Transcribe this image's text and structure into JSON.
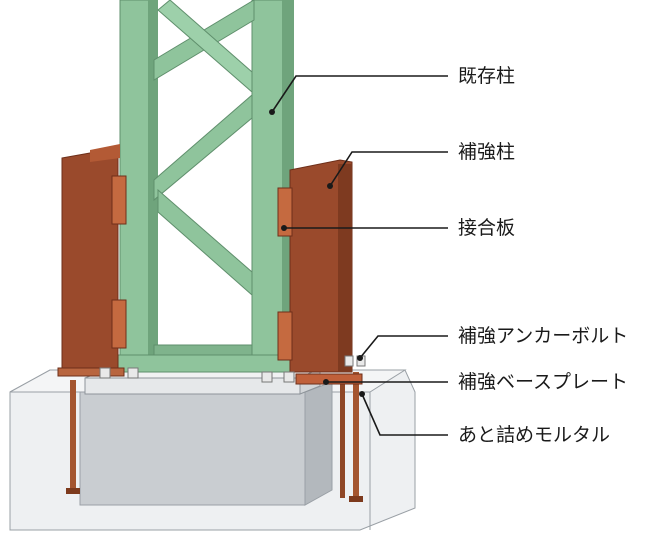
{
  "labels": {
    "existing_column": "既存柱",
    "reinforcing_column": "補強柱",
    "joint_plate": "接合板",
    "reinforcing_anchor_bolt": "補強アンカーボルト",
    "reinforcing_base_plate": "補強ベースプレート",
    "grout_mortar": "あと詰めモルタル"
  },
  "colors": {
    "steel_green": "#8fc49c",
    "steel_green_dark": "#5f8f6c",
    "reinforcement_rust": "#9a4a2c",
    "reinforcement_rust_dark": "#6e2f1a",
    "concrete": "#d9dcdf",
    "concrete_dark": "#b9bdc2",
    "leader_line": "#1a1a1a"
  }
}
